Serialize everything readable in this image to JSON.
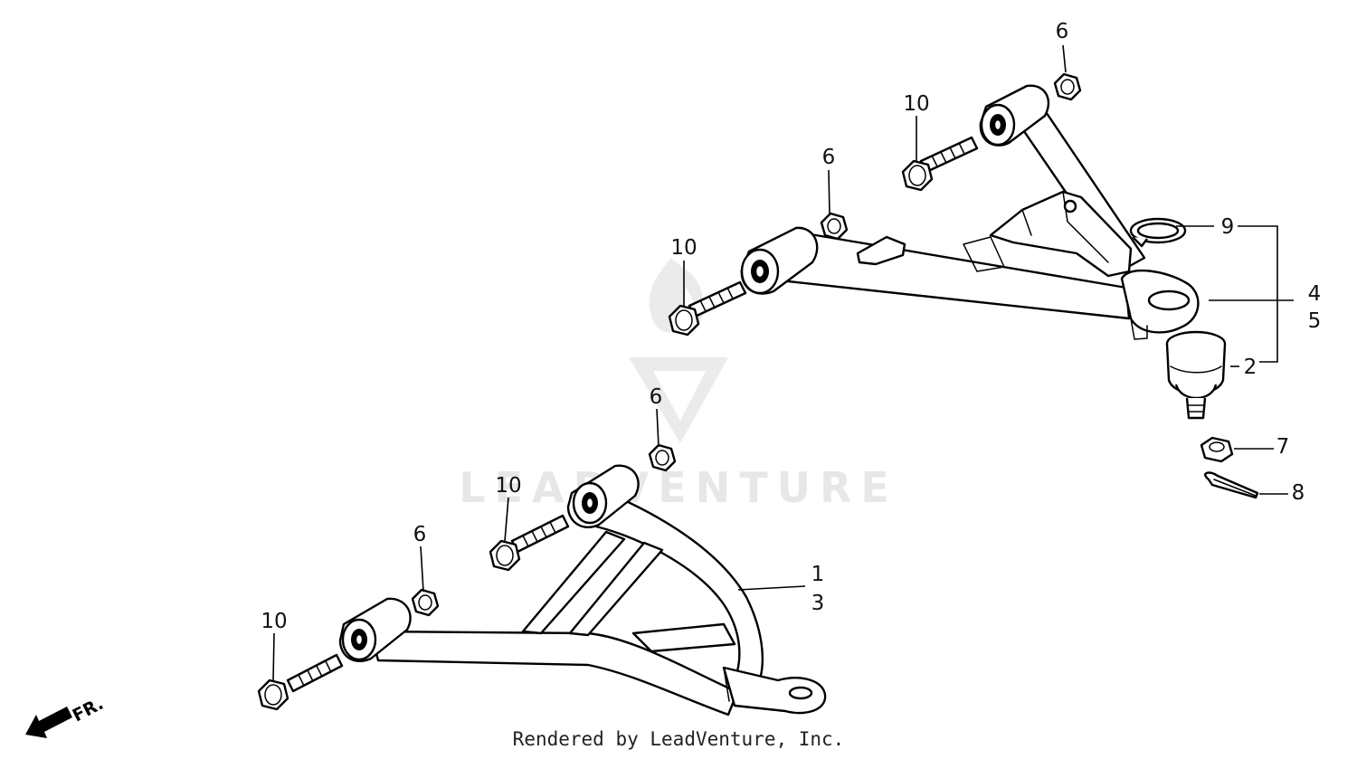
{
  "callouts": {
    "c1": "1",
    "c2": "2",
    "c3": "3",
    "c4": "4",
    "c5": "5",
    "c6": "6",
    "c7": "7",
    "c8": "8",
    "c9": "9",
    "c10": "10"
  },
  "direction_label": "FR.",
  "watermark": {
    "text": "LEADVENTURE"
  },
  "footer": {
    "credit": "Rendered by LeadVenture, Inc."
  },
  "colors": {
    "line": "#000000",
    "background": "#ffffff",
    "watermark": "#cccccc"
  }
}
